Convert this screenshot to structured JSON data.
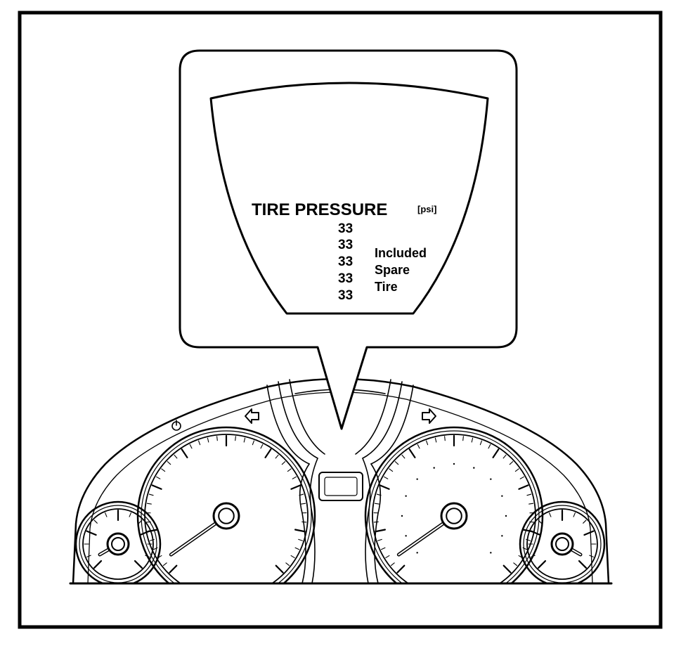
{
  "display": {
    "title": "TIRE PRESSURE",
    "unit": "[psi]",
    "readings": [
      "33",
      "33",
      "33",
      "33",
      "33"
    ],
    "note_lines": [
      "Included",
      "Spare",
      "Tire"
    ]
  },
  "colors": {
    "ink": "#000000",
    "paper": "#ffffff"
  }
}
